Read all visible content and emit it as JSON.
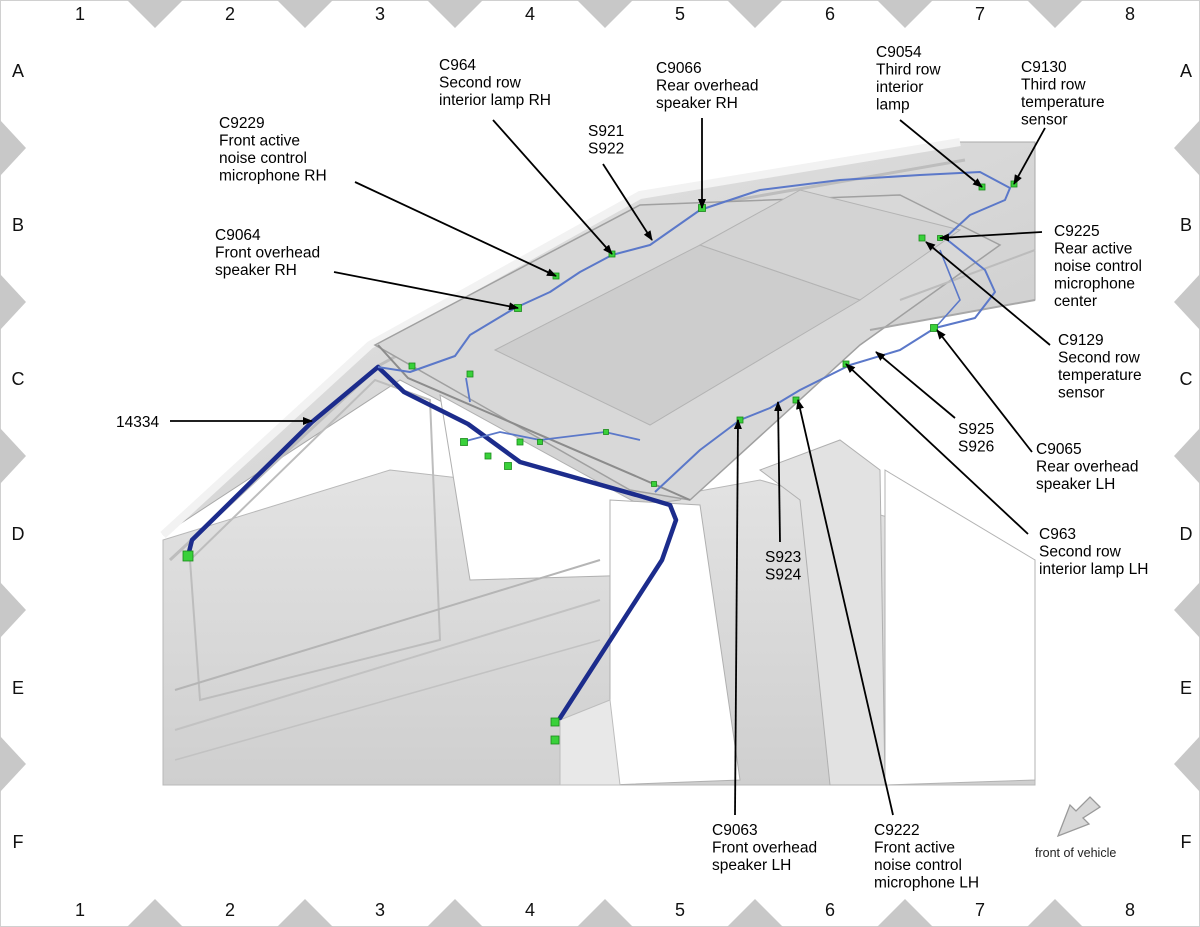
{
  "border": {
    "columns": [
      "1",
      "2",
      "3",
      "4",
      "5",
      "6",
      "7",
      "8"
    ],
    "rows": [
      "A",
      "B",
      "C",
      "D",
      "E",
      "F"
    ]
  },
  "callouts": {
    "c964": [
      "C964",
      "Second row",
      "interior lamp RH"
    ],
    "c9066": [
      "C9066",
      "Rear overhead",
      "speaker RH"
    ],
    "c9054": [
      "C9054",
      "Third row",
      "interior",
      "lamp"
    ],
    "c9130": [
      "C9130",
      "Third row",
      "temperature",
      "sensor"
    ],
    "c9229": [
      "C9229",
      "Front active",
      "noise control",
      "microphone RH"
    ],
    "s921": [
      "S921",
      "S922"
    ],
    "c9225": [
      "C9225",
      "Rear active",
      "noise control",
      "microphone",
      "center"
    ],
    "c9064": [
      "C9064",
      "Front overhead",
      "speaker RH"
    ],
    "c9129": [
      "C9129",
      "Second row",
      "temperature",
      "sensor"
    ],
    "w14334": [
      "14334"
    ],
    "s925": [
      "S925",
      "S926"
    ],
    "c9065": [
      "C9065",
      "Rear overhead",
      "speaker LH"
    ],
    "c963": [
      "C963",
      "Second row",
      "interior lamp LH"
    ],
    "s923": [
      "S923",
      "S924"
    ],
    "c9063": [
      "C9063",
      "Front overhead",
      "speaker LH"
    ],
    "c9222": [
      "C9222",
      "Front active",
      "noise control",
      "microphone LH"
    ]
  },
  "orientation": {
    "label": "front of vehicle",
    "icon": "arrow-icon"
  },
  "colors": {
    "harness_main": "#1c2c8c",
    "harness_branch": "#5b78c9",
    "connector": "#39d13a",
    "body_panel": "#dcdcdc",
    "roof_panel": "#cfcfcf",
    "border_diamond": "#c8c8c8"
  }
}
